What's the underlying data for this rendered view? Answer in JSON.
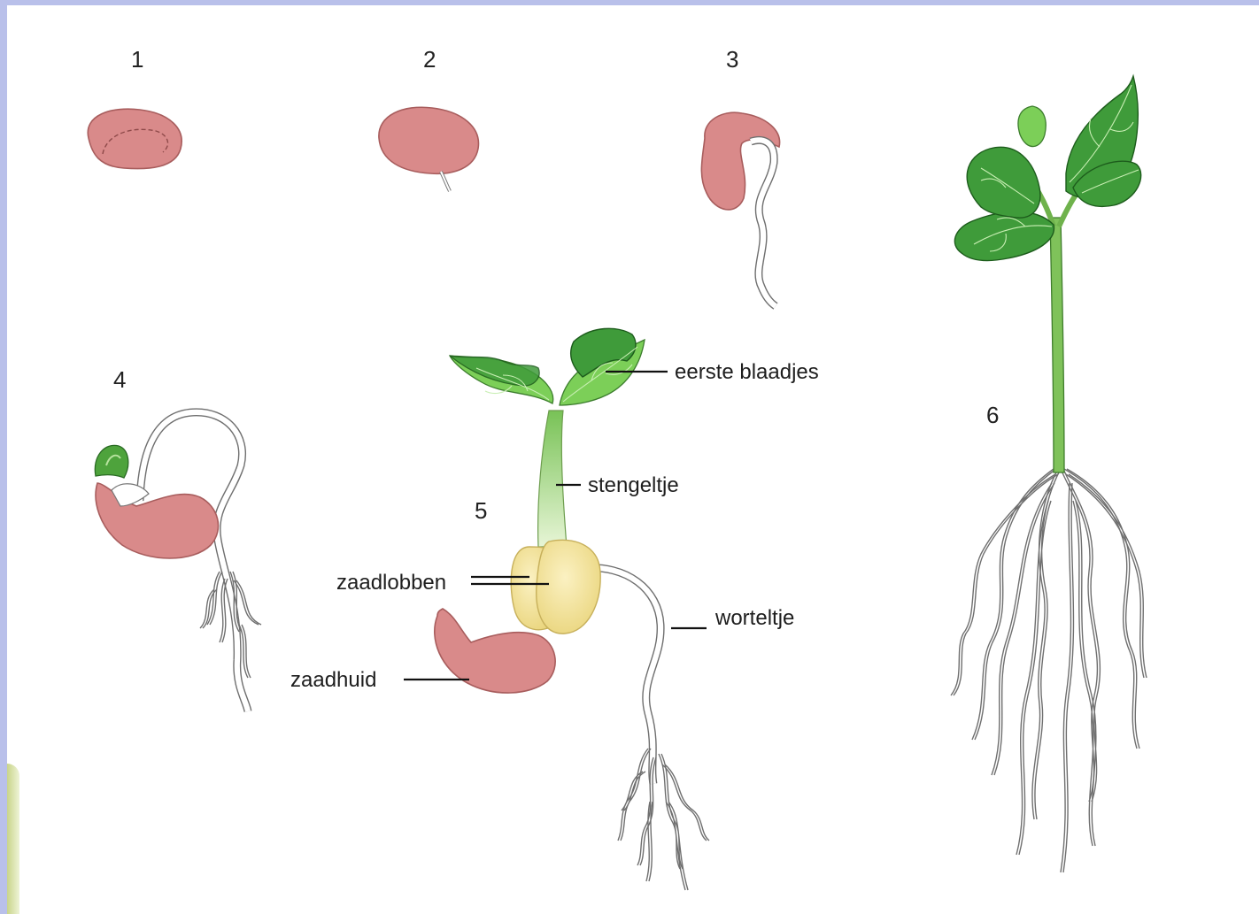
{
  "stages": {
    "s1": "1",
    "s2": "2",
    "s3": "3",
    "s4": "4",
    "s5": "5",
    "s6": "6"
  },
  "labels": {
    "first_leaves": "eerste blaadjes",
    "stem": "stengeltje",
    "cotyledons": "zaadlobben",
    "root": "worteltje",
    "seed_coat": "zaadhuid"
  },
  "colors": {
    "seed": "#d98a8a",
    "cotyledon": "#f6e7a0",
    "leaf_dark": "#3f9b3a",
    "leaf_light": "#7ccf58",
    "stem": "#7fc25a",
    "slide_border": "#b9c0ea"
  }
}
